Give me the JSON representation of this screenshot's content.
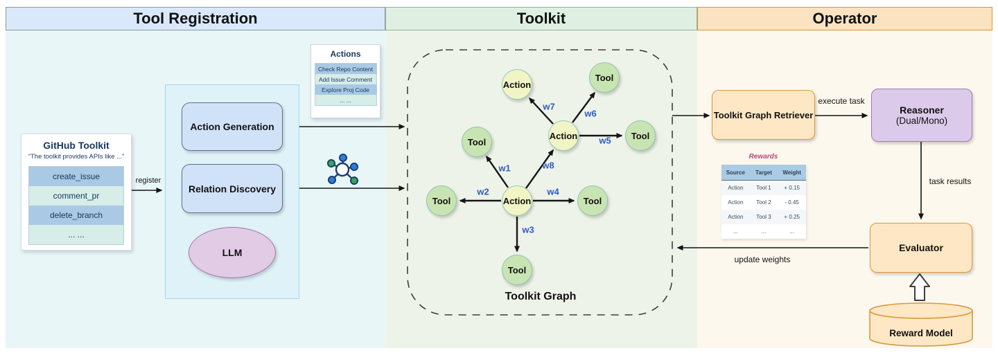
{
  "sections": {
    "registration": {
      "title": "Tool Registration"
    },
    "toolkit": {
      "title": "Toolkit"
    },
    "operator": {
      "title": "Operator"
    }
  },
  "github_toolkit": {
    "title": "GitHub Toolkit",
    "subtitle": "“The toolkit provides APIs like ...”",
    "rows": [
      "create_issue",
      "comment_pr",
      "delete_branch",
      "... ..."
    ]
  },
  "labels": {
    "register": "register",
    "execute_task": "execute task",
    "task_results": "task results",
    "update_weights": "update weights"
  },
  "pipeline": {
    "action_generation": "Action Generation",
    "relation_discovery": "Relation Discovery",
    "llm": "LLM"
  },
  "actions_panel": {
    "title": "Actions",
    "rows": [
      "Check Repo Content",
      "Add Issue Comment",
      "Explore Proj Code",
      "... ..."
    ]
  },
  "graph": {
    "caption": "Toolkit Graph",
    "nodes": [
      {
        "label": "Action"
      },
      {
        "label": "Tool"
      },
      {
        "label": "Action"
      },
      {
        "label": "Tool"
      },
      {
        "label": "Tool"
      },
      {
        "label": "Tool"
      },
      {
        "label": "Action"
      },
      {
        "label": "Tool"
      },
      {
        "label": "Tool"
      }
    ],
    "edge_labels": [
      "w1",
      "w2",
      "w3",
      "w4",
      "w5",
      "w6",
      "w7",
      "w8"
    ]
  },
  "operator": {
    "retriever": "Toolkit Graph Retriever",
    "reasoner_line1": "Reasoner",
    "reasoner_line2": "(Dual/Mono)",
    "evaluator": "Evaluator",
    "reward_model": "Reward Model",
    "rewards_table": {
      "title": "Rewards",
      "headers": [
        "Source",
        "Target",
        "Weight"
      ],
      "rows": [
        [
          "Action",
          "Tool 1",
          "+ 0.15"
        ],
        [
          "Action",
          "Tool 2",
          "- 0.45"
        ],
        [
          "Action",
          "Tool 3",
          "+ 0.25"
        ],
        [
          "...",
          "...",
          "..."
        ]
      ]
    }
  },
  "colors": {
    "registration_bg": "#e9f6f8",
    "toolkit_bg": "#eef3e9",
    "operator_bg": "#fdf8ee",
    "registration_header": "#d9e9fb",
    "toolkit_header": "#dff0e3",
    "operator_header": "#fbe2c1",
    "action_node": "#f1f5c6",
    "tool_node": "#c9e4b3",
    "orange_box": "#fde7c4",
    "purple_box": "#dccaea",
    "blue_box": "#d0e2f8",
    "edge_label": "#2b5cc4"
  }
}
